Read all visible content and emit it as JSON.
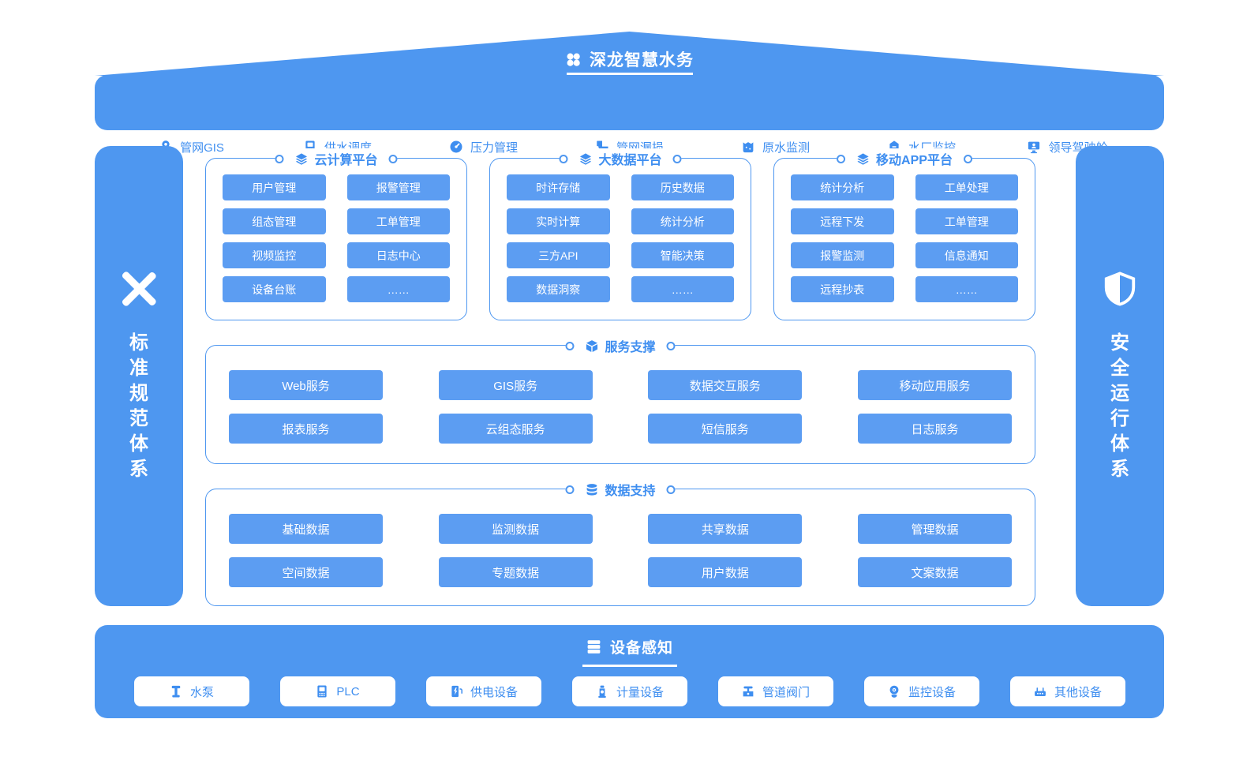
{
  "colors": {
    "band_blue": "#4E97F0",
    "chip_blue": "#5C9DF2",
    "text_blue": "#3E8EF0",
    "white": "#FFFFFF"
  },
  "header": {
    "title": "深龙智慧水务",
    "logo_icon": "clover-logo",
    "apps": [
      {
        "label": "管网GIS",
        "icon": "map-pin"
      },
      {
        "label": "供水调度",
        "icon": "plc-device"
      },
      {
        "label": "压力管理",
        "icon": "gauge"
      },
      {
        "label": "管网漏损",
        "icon": "pipe"
      },
      {
        "label": "原水监测",
        "icon": "water-tank"
      },
      {
        "label": "水厂监控",
        "icon": "factory"
      },
      {
        "label": "领导驾驶舱",
        "icon": "dashboard-screen"
      }
    ]
  },
  "left_sidebar": {
    "title": "标准规范体系",
    "icon": "ruler-pencil"
  },
  "right_sidebar": {
    "title": "安全运行体系",
    "icon": "shield"
  },
  "platforms": [
    {
      "title": "云计算平台",
      "icon": "layers",
      "items": [
        "用户管理",
        "报警管理",
        "组态管理",
        "工单管理",
        "视频监控",
        "日志中心",
        "设备台账",
        "……"
      ]
    },
    {
      "title": "大数据平台",
      "icon": "layers",
      "items": [
        "时许存储",
        "历史数据",
        "实时计算",
        "统计分析",
        "三方API",
        "智能决策",
        "数据洞察",
        "……"
      ]
    },
    {
      "title": "移动APP平台",
      "icon": "layers",
      "items": [
        "统计分析",
        "工单处理",
        "远程下发",
        "工单管理",
        "报警监测",
        "信息通知",
        "远程抄表",
        "……"
      ]
    }
  ],
  "service_support": {
    "title": "服务支撑",
    "icon": "cube",
    "items": [
      "Web服务",
      "GIS服务",
      "数据交互服务",
      "移动应用服务",
      "报表服务",
      "云组态服务",
      "短信服务",
      "日志服务"
    ]
  },
  "data_support": {
    "title": "数据支持",
    "icon": "database",
    "items": [
      "基础数据",
      "监测数据",
      "共享数据",
      "管理数据",
      "空间数据",
      "专题数据",
      "用户数据",
      "文案数据"
    ]
  },
  "device_layer": {
    "title": "设备感知",
    "icon": "server-stack",
    "devices": [
      {
        "label": "水泵",
        "icon": "pump"
      },
      {
        "label": "PLC",
        "icon": "plc-device"
      },
      {
        "label": "供电设备",
        "icon": "power-supply"
      },
      {
        "label": "计量设备",
        "icon": "meter"
      },
      {
        "label": "管道阀门",
        "icon": "valve"
      },
      {
        "label": "监控设备",
        "icon": "camera"
      },
      {
        "label": "其他设备",
        "icon": "other-device"
      }
    ]
  }
}
